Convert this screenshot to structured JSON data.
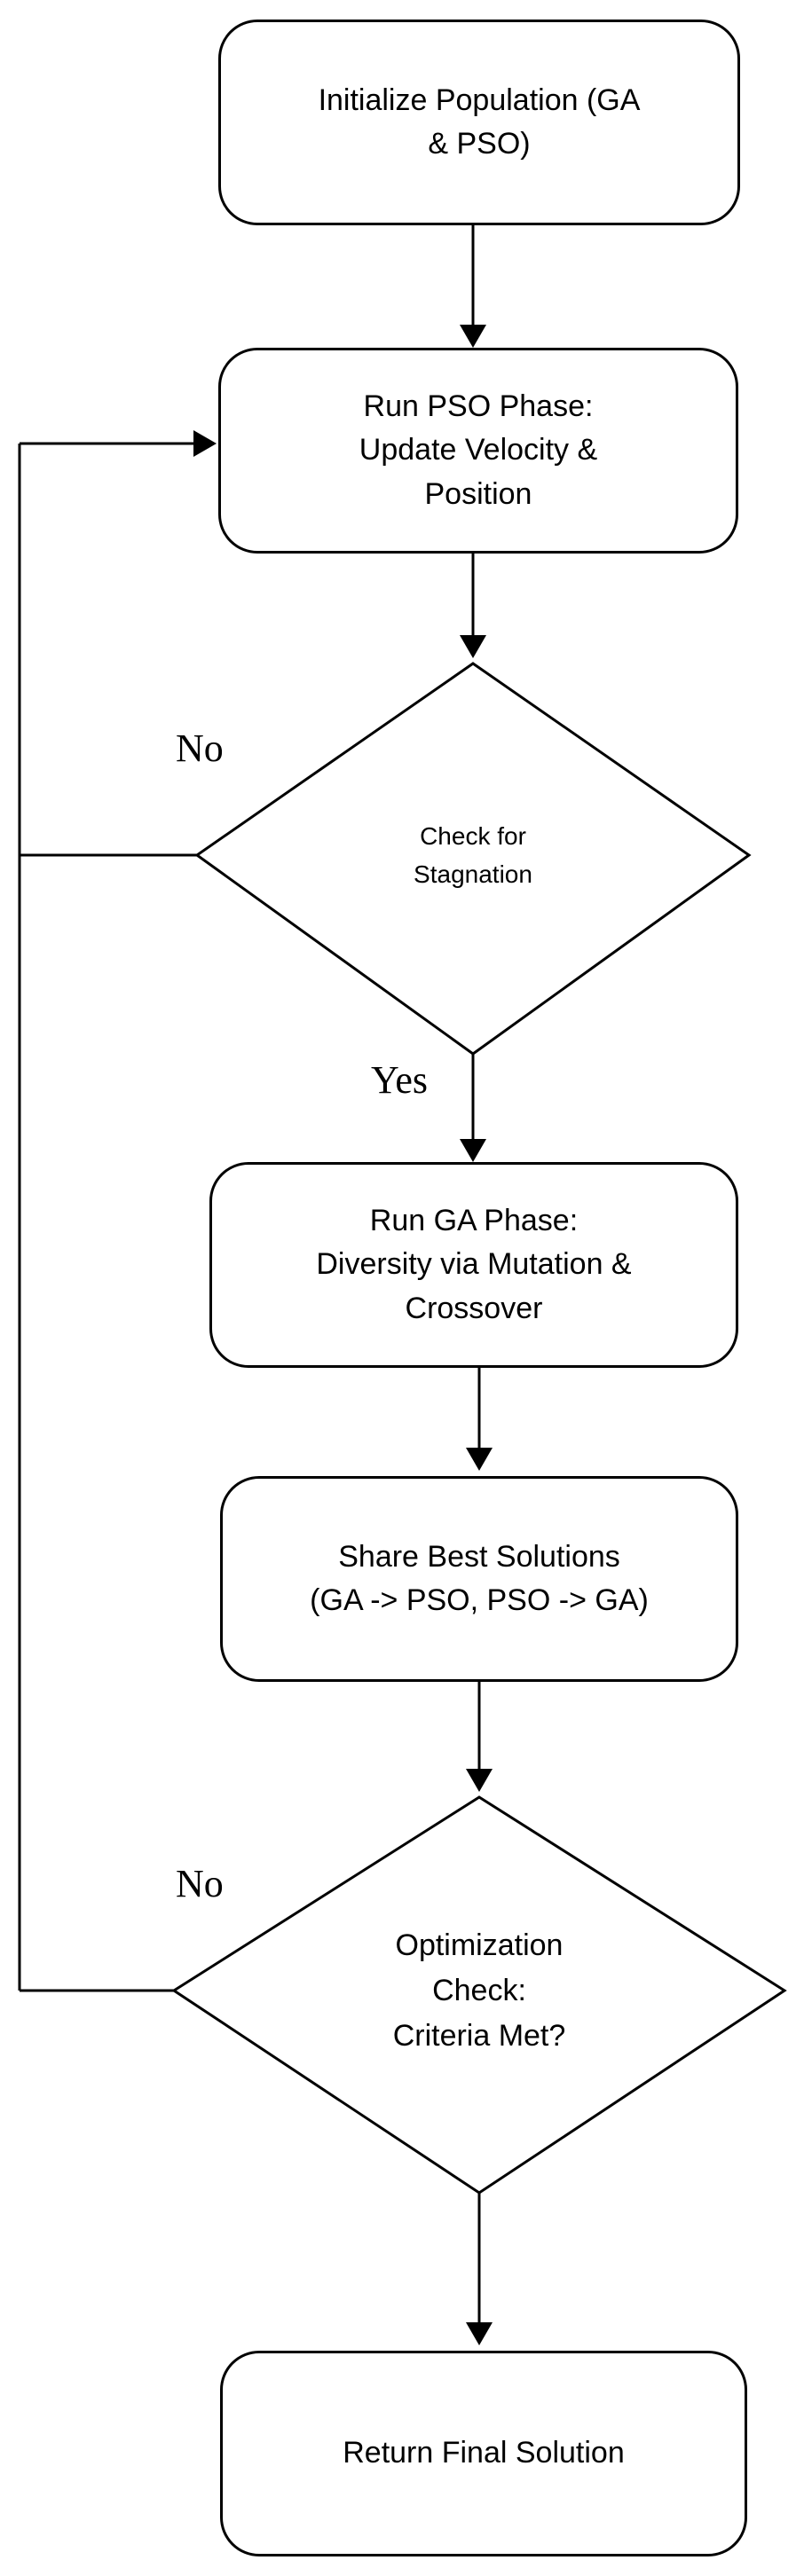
{
  "nodes": {
    "init": "Initialize Population (GA\n& PSO)",
    "pso": "Run PSO Phase:\nUpdate Velocity &\nPosition",
    "stagnation": "Check for\nStagnation",
    "ga": "Run GA Phase:\nDiversity via Mutation &\nCrossover",
    "share": "Share Best Solutions\n(GA -> PSO, PSO -> GA)",
    "optimization": "Optimization\nCheck:\nCriteria Met?",
    "final": "Return Final Solution"
  },
  "edge_labels": {
    "stagnation_no": "No",
    "stagnation_yes": "Yes",
    "optimization_no": "No"
  }
}
